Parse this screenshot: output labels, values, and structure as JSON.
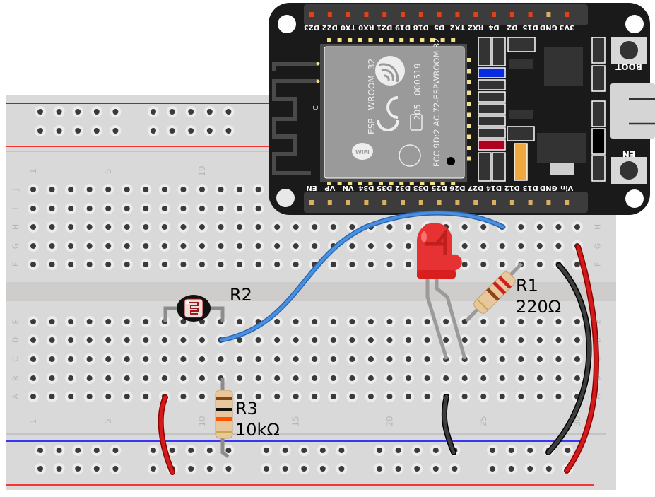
{
  "breadboard": {
    "columns": 30,
    "rows_top": [
      "J",
      "I",
      "H",
      "G",
      "F"
    ],
    "rows_bottom": [
      "E",
      "D",
      "C",
      "B",
      "A"
    ],
    "column_labels": [
      "1",
      "5",
      "10",
      "15",
      "20",
      "25",
      "30"
    ],
    "colors": {
      "board": "#d9d9d9",
      "rail_plus": "#ff0000",
      "rail_minus": "#0000ff",
      "hole": "#3a3a3a",
      "label": "#b8b8b8"
    }
  },
  "esp32": {
    "name": "ESP32 DevKit",
    "top_pins": [
      "D23",
      "D22",
      "TX0",
      "RX0",
      "D21",
      "D19",
      "D18",
      "D5",
      "TX2",
      "RX2",
      "D4",
      "D2",
      "D15",
      "GND",
      "3V3"
    ],
    "bottom_pins": [
      "EN",
      "VP",
      "VN",
      "D34",
      "D35",
      "D32",
      "D33",
      "D25",
      "D26",
      "D27",
      "D14",
      "D12",
      "D13",
      "GND",
      "Vin"
    ],
    "module_text": [
      "ESP - WROOM -32",
      "205 - 000519",
      "FCC 9D:2 AC 72-ESPWROOM  32"
    ],
    "buttons": {
      "boot": "BOOT",
      "en": "EN"
    },
    "antenna_mark": "C",
    "colors": {
      "pcb": "#1a1a1a",
      "module": "#9a9a9a",
      "header": "#3c3c3c",
      "pin": "#e0401a"
    }
  },
  "components": [
    {
      "id": "R1",
      "type": "resistor",
      "label": "R1",
      "value": "220Ω",
      "bands": [
        "#cc1f1f",
        "#cc1f1f",
        "#8b4513",
        "#c8a84b"
      ]
    },
    {
      "id": "R2",
      "type": "photoresistor",
      "label": "R2",
      "value": ""
    },
    {
      "id": "R3",
      "type": "resistor",
      "label": "R3",
      "value": "10kΩ",
      "bands": [
        "#8b4513",
        "#111111",
        "#ff5500",
        "#c8a84b"
      ]
    },
    {
      "id": "LED1",
      "type": "led",
      "label": "",
      "color": "#e52222"
    }
  ],
  "wires": [
    {
      "name": "blue-signal-wire",
      "color": "#3a7fd0"
    },
    {
      "name": "red-power-wire-left",
      "color": "#cc1111"
    },
    {
      "name": "black-ground-wire-led",
      "color": "#333333"
    },
    {
      "name": "black-ground-wire-right",
      "color": "#333333"
    },
    {
      "name": "red-power-wire-right",
      "color": "#cc1111"
    }
  ]
}
